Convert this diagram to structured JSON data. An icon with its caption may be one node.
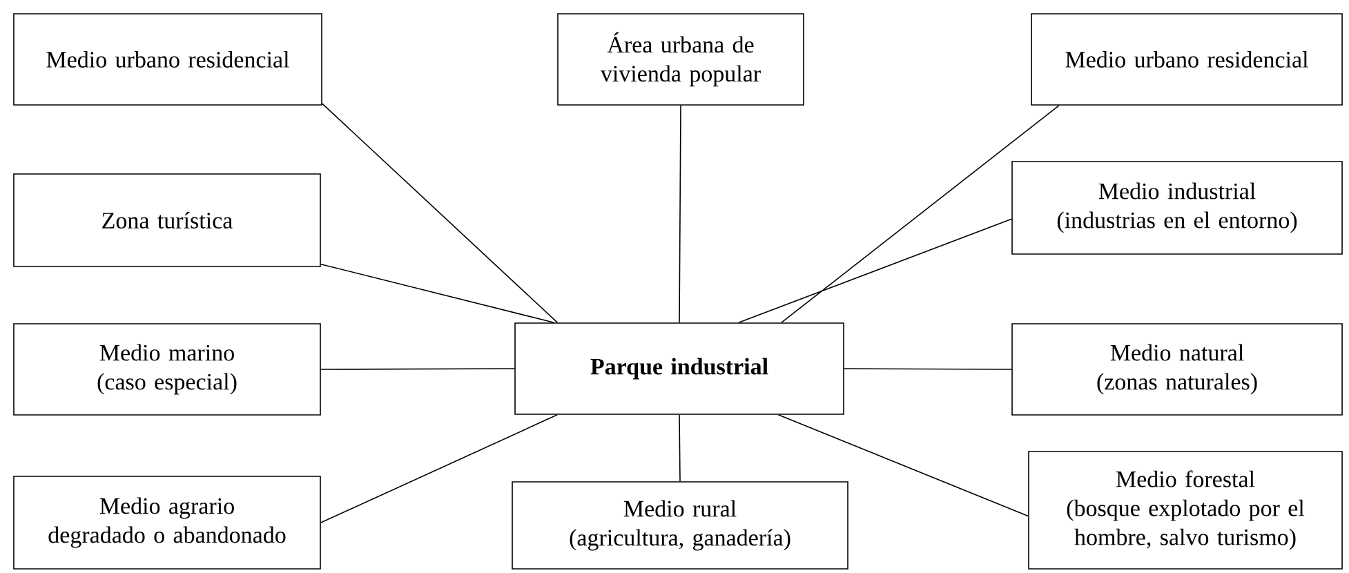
{
  "diagram": {
    "nodes": [
      {
        "text": [
          "Medio urbano residencial"
        ]
      },
      {
        "text": [
          "Área urbana de vivienda popular"
        ]
      },
      {
        "text": [
          "Medio urbano residencial"
        ]
      },
      {
        "text": [
          "Zona turística"
        ]
      },
      {
        "text": [
          "Medio industrial",
          "(industrias en el entorno)"
        ]
      },
      {
        "text": [
          "Medio marino",
          "(caso especial)"
        ]
      },
      {
        "text": [
          "Parque industrial"
        ]
      },
      {
        "text": [
          "Medio natural",
          "(zonas naturales)"
        ]
      },
      {
        "text": [
          "Medio agrario",
          "degradado o abandonado"
        ]
      },
      {
        "text": [
          "Medio rural",
          "(agricultura, ganadería)"
        ]
      },
      {
        "text": [
          "Medio forestal",
          "(bosque explotado por el hombre, salvo turismo)"
        ]
      }
    ],
    "edges": [
      {
        "from": 6,
        "to": 0,
        "arrow": "none"
      },
      {
        "from": 6,
        "to": 1,
        "arrow": "none"
      },
      {
        "from": 6,
        "to": 2,
        "arrow": "none"
      },
      {
        "from": 6,
        "to": 3,
        "arrow": "none"
      },
      {
        "from": 6,
        "to": 4,
        "arrow": "none"
      },
      {
        "from": 6,
        "to": 5,
        "arrow": "none"
      },
      {
        "from": 6,
        "to": 7,
        "arrow": "none"
      },
      {
        "from": 6,
        "to": 8,
        "arrow": "none"
      },
      {
        "from": 6,
        "to": 9,
        "arrow": "none"
      },
      {
        "from": 6,
        "to": 10,
        "arrow": "none"
      }
    ]
  }
}
